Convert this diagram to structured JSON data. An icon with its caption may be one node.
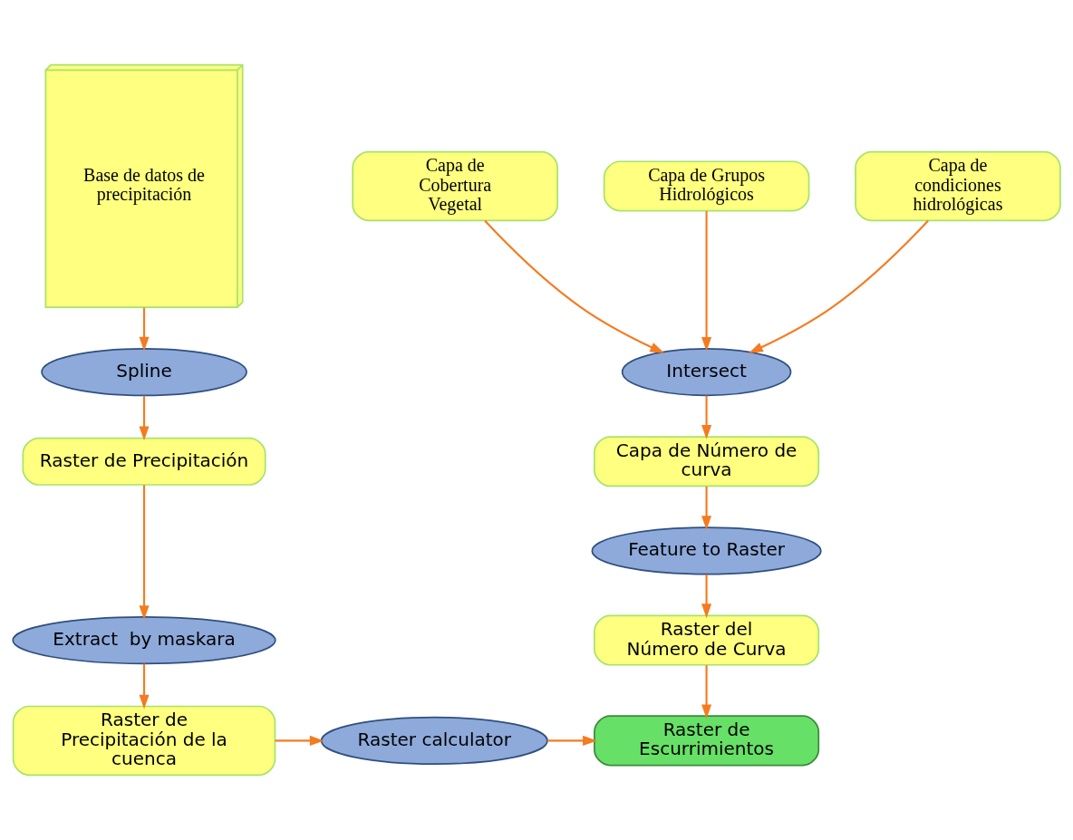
{
  "diagram": {
    "nodes": [
      {
        "text": [
          "Base de datos de precipitación"
        ]
      },
      {
        "text": [
          "Capa de Cobertura Vegetal"
        ]
      },
      {
        "text": [
          "Capa de Grupos Hidrológicos"
        ]
      },
      {
        "text": [
          "Capa de condiciones hidrológicas"
        ]
      },
      {
        "text": [
          "Intersect"
        ]
      },
      {
        "text": [
          "Capa de Número de curva"
        ]
      },
      {
        "text": [
          "Feature to Raster"
        ]
      },
      {
        "text": [
          "Raster del Número de Curva"
        ]
      },
      {
        "text": [
          "Spline"
        ]
      },
      {
        "text": [
          "Raster de Precipitación"
        ]
      },
      {
        "text": [
          "Extract  by maskara"
        ]
      },
      {
        "text": [
          "Raster de Precipitación de la cuenca"
        ]
      },
      {
        "text": [
          "Raster calculator"
        ]
      },
      {
        "text": [
          "Raster de Escurrimientos"
        ]
      }
    ],
    "edges": [
      {
        "from": 0,
        "to": 8,
        "arrow": "to"
      },
      {
        "from": 8,
        "to": 9,
        "arrow": "to"
      },
      {
        "from": 9,
        "to": 10,
        "arrow": "to"
      },
      {
        "from": 10,
        "to": 11,
        "arrow": "to"
      },
      {
        "from": 1,
        "to": 4,
        "arrow": "to"
      },
      {
        "from": 2,
        "to": 4,
        "arrow": "to"
      },
      {
        "from": 3,
        "to": 4,
        "arrow": "to"
      },
      {
        "from": 4,
        "to": 5,
        "arrow": "to"
      },
      {
        "from": 5,
        "to": 6,
        "arrow": "to"
      },
      {
        "from": 6,
        "to": 7,
        "arrow": "to"
      },
      {
        "from": 7,
        "to": 13,
        "arrow": "to"
      },
      {
        "from": 11,
        "to": 12,
        "arrow": "to"
      },
      {
        "from": 12,
        "to": 13,
        "arrow": "to"
      }
    ]
  }
}
